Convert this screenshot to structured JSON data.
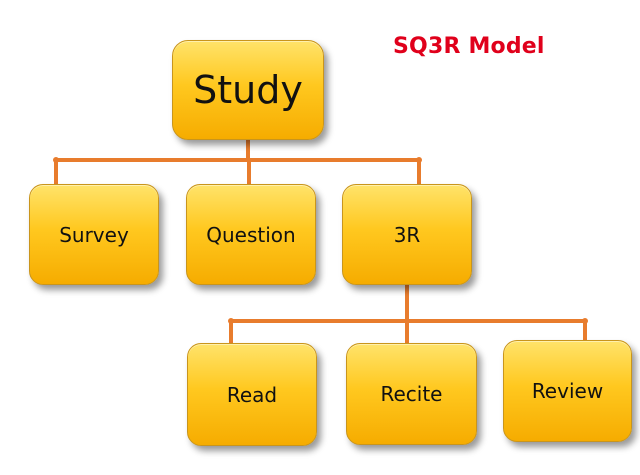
{
  "title": "SQ3R Model",
  "colors": {
    "title": "#e0001b",
    "node_fill_top": "#ffe36a",
    "node_fill_bottom": "#f6ac00",
    "connector": "#e87c2d"
  },
  "nodes": {
    "root": {
      "label": "Study"
    },
    "survey": {
      "label": "Survey"
    },
    "question": {
      "label": "Question"
    },
    "three_r": {
      "label": "3R"
    },
    "read": {
      "label": "Read"
    },
    "recite": {
      "label": "Recite"
    },
    "review": {
      "label": "Review"
    }
  },
  "edges": [
    [
      "root",
      "survey"
    ],
    [
      "root",
      "question"
    ],
    [
      "root",
      "three_r"
    ],
    [
      "three_r",
      "read"
    ],
    [
      "three_r",
      "recite"
    ],
    [
      "three_r",
      "review"
    ]
  ]
}
